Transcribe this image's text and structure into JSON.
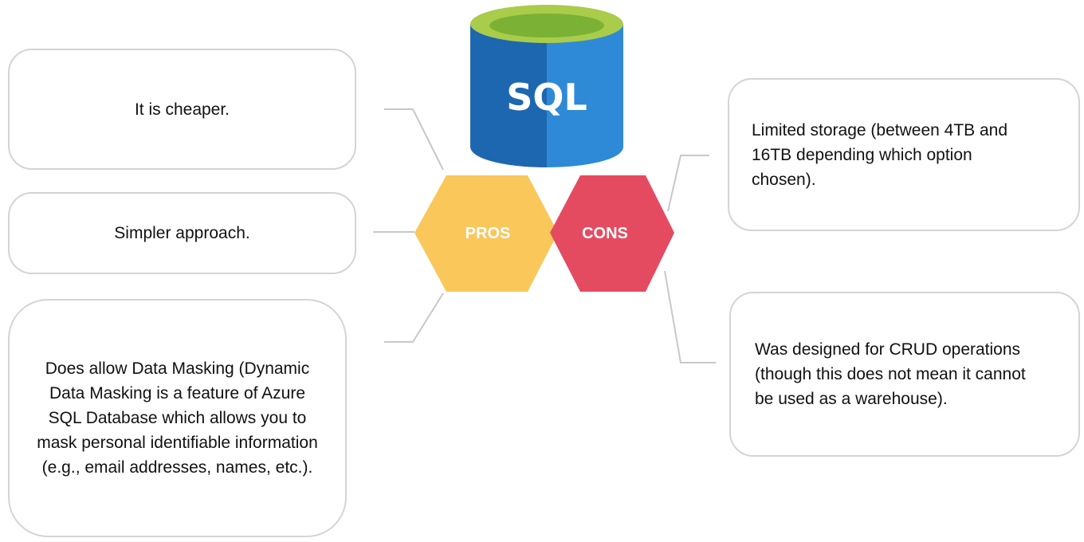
{
  "logo": {
    "text": "SQL",
    "colors": {
      "cylinder_dark": "#1d67b0",
      "cylinder_light": "#2e8ad6",
      "top_rim": "#a9cc4a",
      "top_inner": "#7bb135"
    }
  },
  "hexagons": {
    "pros": {
      "label": "PROS",
      "color": "#f9c75a"
    },
    "cons": {
      "label": "CONS",
      "color": "#e54b60"
    }
  },
  "pros": [
    {
      "text": "It is cheaper."
    },
    {
      "text": "Simpler approach."
    },
    {
      "text": "Does allow Data Masking (Dynamic Data Masking is a feature of Azure SQL Database which allows you to mask personal identifiable information (e.g., email addresses, names, etc.)."
    }
  ],
  "cons": [
    {
      "text": "Limited storage (between 4TB and 16TB depending which option chosen)."
    },
    {
      "text": "Was designed for CRUD operations (though this does not mean it cannot be used as a warehouse)."
    }
  ],
  "connector_color": "#c8c8c8",
  "card_border_color": "#d4d4d4"
}
